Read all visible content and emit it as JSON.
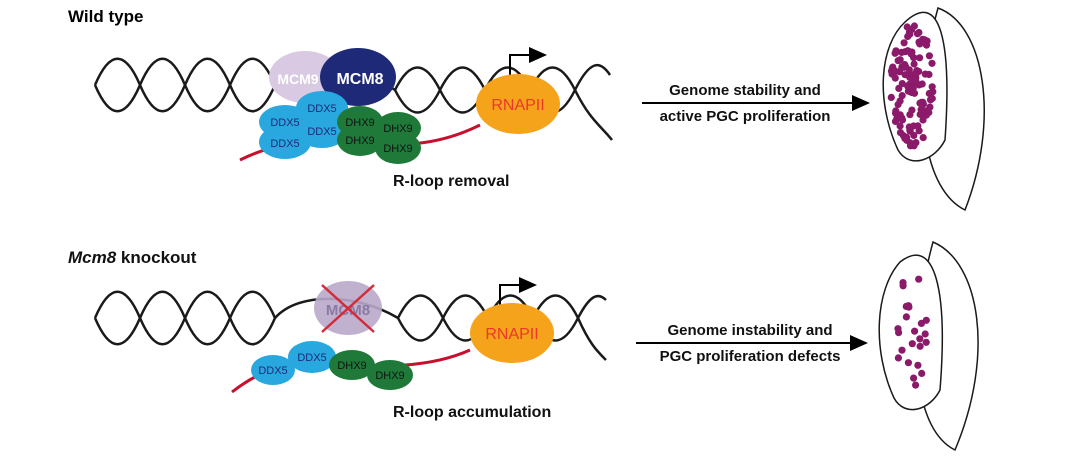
{
  "panels": {
    "wild_type": {
      "title": "Wild type",
      "proteins": {
        "mcm9": "MCM9",
        "mcm8": "MCM8",
        "ddx5": [
          "DDX5",
          "DDX5",
          "DDX5",
          "DDX5"
        ],
        "dhx9": [
          "DHX9",
          "DHX9",
          "DHX9",
          "DHX9"
        ],
        "rnapii": "RNAPII"
      },
      "process_label": "R-loop removal",
      "outcome_line1": "Genome stability and",
      "outcome_line2": "active PGC proliferation"
    },
    "knockout": {
      "title_gene": "Mcm8",
      "title_rest": " knockout",
      "proteins": {
        "mcm8_deleted": "MCM8",
        "ddx5": [
          "DDX5",
          "DDX5"
        ],
        "dhx9": [
          "DHX9",
          "DHX9"
        ],
        "rnapii": "RNAPII"
      },
      "process_label": "R-loop accumulation",
      "outcome_line1": "Genome instability and",
      "outcome_line2": "PGC proliferation defects"
    }
  },
  "colors": {
    "dna": "#1a1a1a",
    "rna": "#c8102e",
    "mcm9": "#d9c9e3",
    "mcm8": "#1e2a78",
    "ddx5": "#29a8df",
    "dhx9": "#1f7a3a",
    "rnapii": "#f5a31a",
    "rnapii_text": "#e8392b",
    "cells": "#8b1a6b",
    "deleted_fill": "#b9a9c9",
    "cross": "#d42b3a"
  }
}
